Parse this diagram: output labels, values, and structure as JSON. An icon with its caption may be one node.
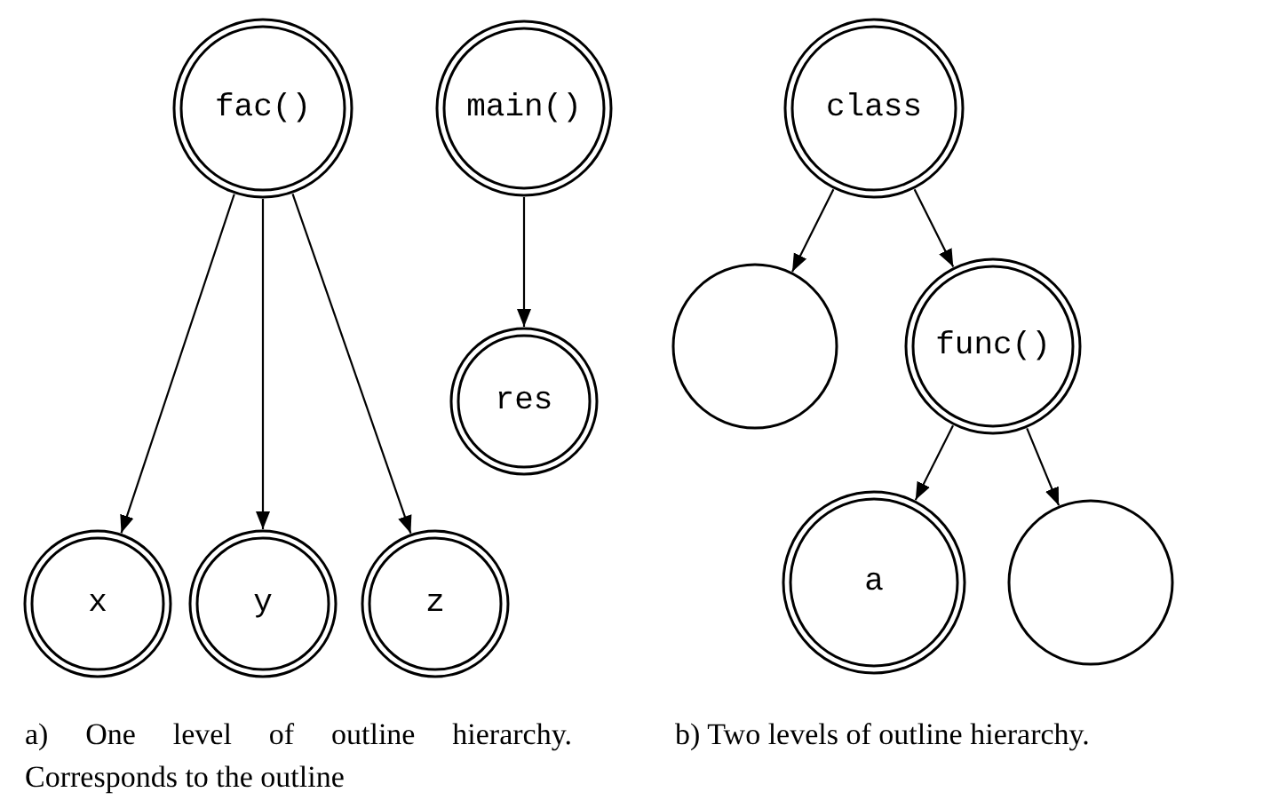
{
  "diagram": {
    "nodes": [
      {
        "text": [
          "fac()"
        ]
      },
      {
        "text": [
          "main()"
        ]
      },
      {
        "text": [
          "res"
        ]
      },
      {
        "text": [
          "x"
        ]
      },
      {
        "text": [
          "y"
        ]
      },
      {
        "text": [
          "z"
        ]
      },
      {
        "text": [
          "class"
        ]
      },
      {
        "text": [],
        "shape": "circle"
      },
      {
        "text": [
          "func()"
        ]
      },
      {
        "text": [
          "a"
        ]
      },
      {
        "text": [],
        "shape": "circle"
      }
    ],
    "edges": [
      {
        "from": 0,
        "to": 3,
        "arrow": "to"
      },
      {
        "from": 0,
        "to": 4,
        "arrow": "to"
      },
      {
        "from": 0,
        "to": 5,
        "arrow": "to"
      },
      {
        "from": 1,
        "to": 2,
        "arrow": "to"
      },
      {
        "from": 6,
        "to": 7,
        "arrow": "to"
      },
      {
        "from": 6,
        "to": 8,
        "arrow": "to"
      },
      {
        "from": 8,
        "to": 9,
        "arrow": "to"
      },
      {
        "from": 8,
        "to": 10,
        "arrow": "to"
      }
    ],
    "labels": [
      "a) One level of outline hierarchy. Corresponds to the outline",
      "b) Two levels of outline hierarchy."
    ]
  }
}
